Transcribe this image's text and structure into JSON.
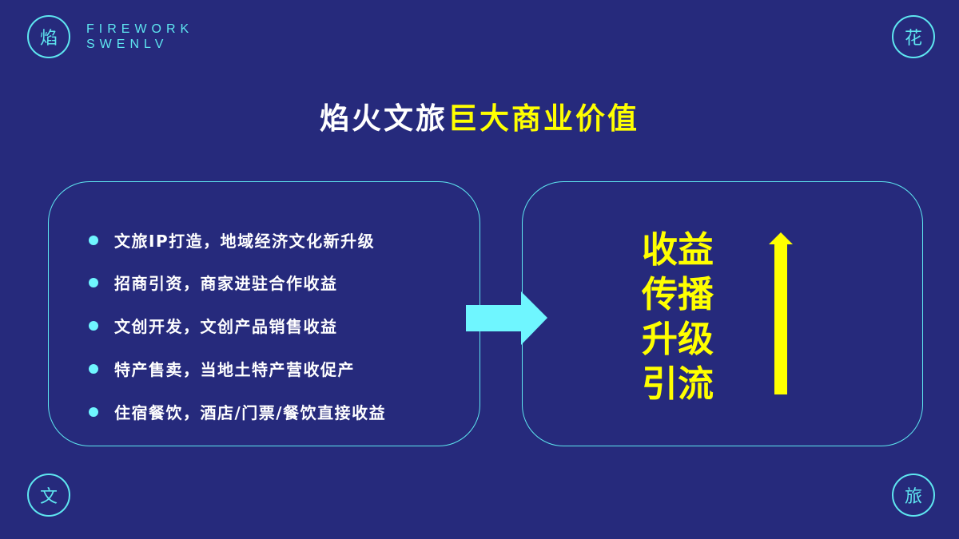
{
  "brand": {
    "line1": "FIREWORK",
    "line2": "SWENLV"
  },
  "corners": [
    "焰",
    "花",
    "文",
    "旅"
  ],
  "title": {
    "white": "焰火文旅",
    "highlight": "巨大商业价值"
  },
  "items": [
    "文旅IP打造，地域经济文化新升级",
    "招商引资，商家进驻合作收益",
    "文创开发，文创产品销售收益",
    "特产售卖，当地土特产营收促产",
    "住宿餐饮，酒店/门票/餐饮直接收益"
  ],
  "values": [
    "收益",
    "传播",
    "升级",
    "引流"
  ],
  "colors": {
    "background": "#262a7c",
    "accent": "#5ee6f0",
    "highlight": "#ffff00"
  }
}
